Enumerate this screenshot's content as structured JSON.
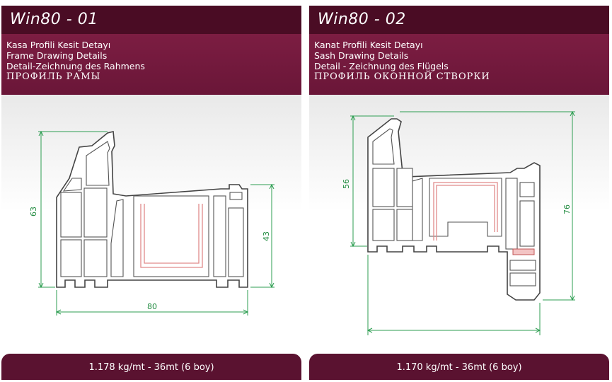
{
  "panels": [
    {
      "title": "Win80  -  01",
      "lines": [
        "Kasa Profili Kesit Detayı",
        "Frame Drawing Details",
        "Detail-Zeichnung des Rahmens",
        "ПРОФИЛЬ РАМЫ"
      ],
      "dimensions": {
        "height": "63",
        "inner_height": "43",
        "width": "80"
      },
      "footer": "1.178 kg/mt  -  36mt (6 boy)"
    },
    {
      "title": "Win80  -  02",
      "lines": [
        "Kanat Profili Kesit Detayı",
        "Sash Drawing Details",
        "Detail - Zeichnung des Flügels",
        "ПРОФИЛЬ ОКОННОЙ СТВОРКИ"
      ],
      "dimensions": {
        "height": "56",
        "total_height": "76"
      },
      "footer": "1.170 kg/mt  -  36mt (6 boy)"
    }
  ],
  "colors": {
    "title_bar": "#4a0c24",
    "description_bar": "#7c1d42",
    "footer_bar": "#5a1230",
    "dimension_lines": "#2e9e52",
    "gasket": "#e08a8a"
  }
}
